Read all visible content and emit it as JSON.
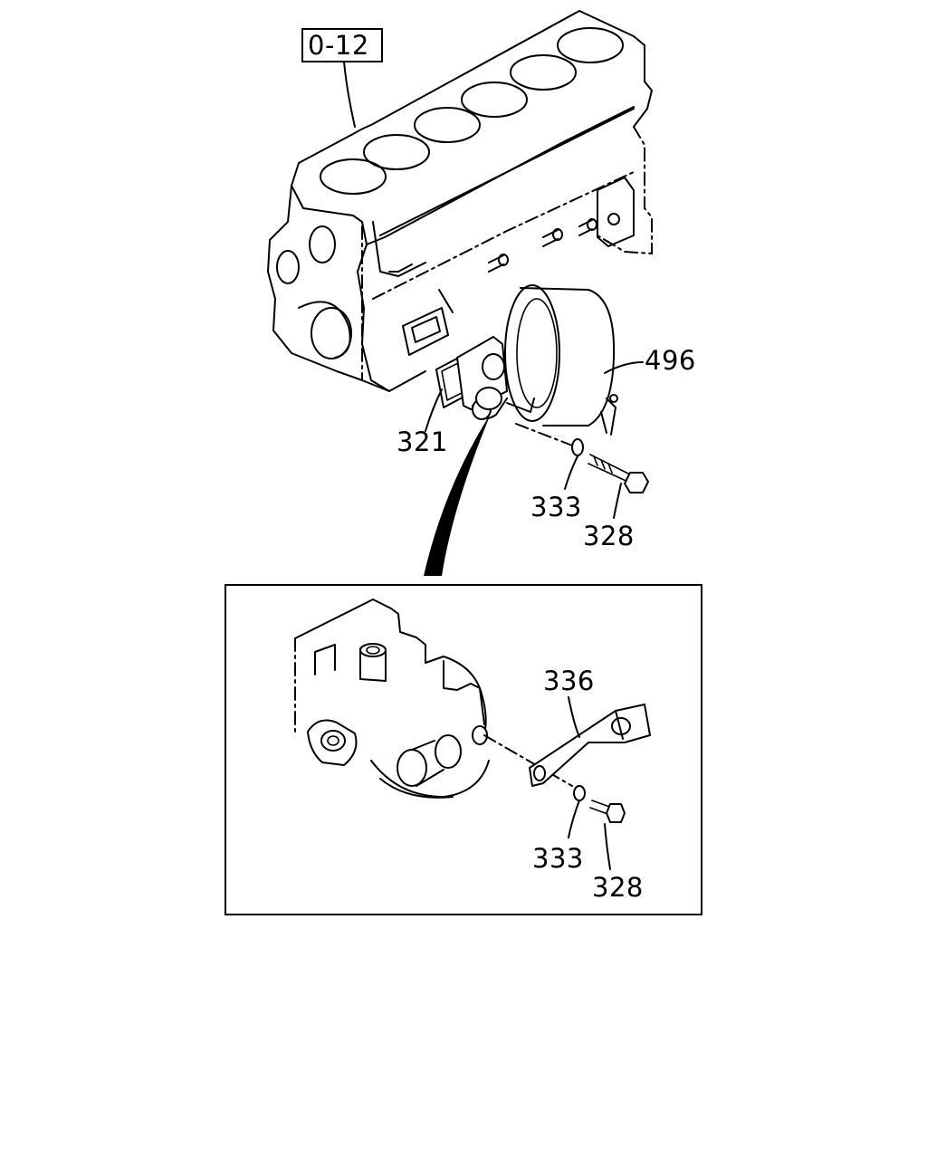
{
  "reference_box": "0-12",
  "callouts": {
    "filter_assembly": "496",
    "gasket": "321",
    "washer_top": "333",
    "bolt_top": "328",
    "bracket": "336",
    "washer_detail": "333",
    "bolt_detail": "328"
  }
}
